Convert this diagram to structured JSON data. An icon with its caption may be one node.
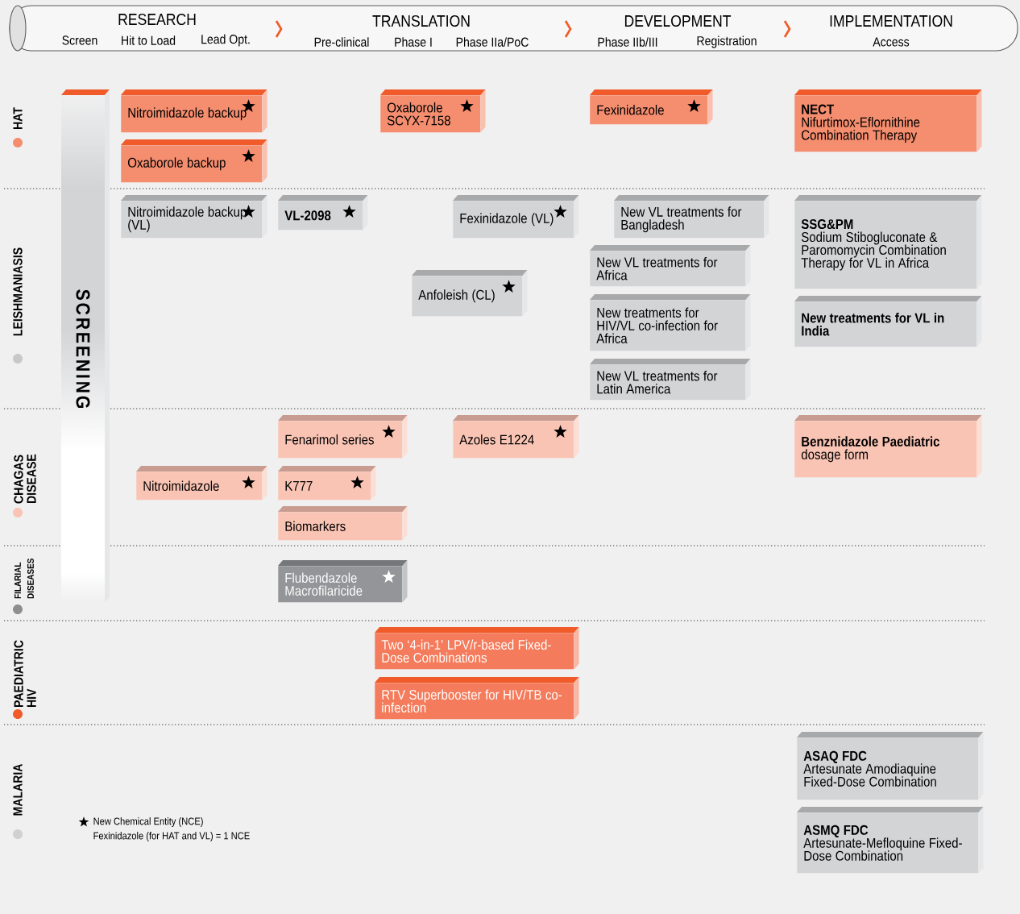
{
  "diagram": {
    "nodes": [
      {
        "text": [
          "SCREENING"
        ]
      },
      {
        "text": [
          "Nitroimidazole backup"
        ]
      },
      {
        "text": [
          "Oxaborole backup"
        ]
      },
      {
        "text": [
          "Oxaborole SCYX-7158"
        ]
      },
      {
        "text": [
          "Fexinidazole"
        ]
      },
      {
        "text": [
          "NECT",
          "Nifurtimox-Eflornithine Combination Therapy"
        ]
      },
      {
        "text": [
          "Nitroimidazole backup (VL)"
        ]
      },
      {
        "text": [
          "VL-2098"
        ]
      },
      {
        "text": [
          "Fexinidazole (VL)"
        ]
      },
      {
        "text": [
          "New VL treatments for Bangladesh"
        ]
      },
      {
        "text": [
          "Anfoleish (CL)"
        ]
      },
      {
        "text": [
          "New VL treatments for Africa"
        ]
      },
      {
        "text": [
          "New treatments for HIV/VL co-infection for Africa"
        ]
      },
      {
        "text": [
          "New VL treatments for Latin America"
        ]
      },
      {
        "text": [
          "SSG&PM",
          "Sodium Stibogluconate & Paromomycin Combination Therapy for VL in Africa"
        ]
      },
      {
        "text": [
          "New treatments for VL in India"
        ]
      },
      {
        "text": [
          "Fenarimol series"
        ]
      },
      {
        "text": [
          "Nitroimidazole"
        ]
      },
      {
        "text": [
          "K777"
        ]
      },
      {
        "text": [
          "Biomarkers"
        ]
      },
      {
        "text": [
          "Azoles E1224"
        ]
      },
      {
        "text": [
          "Benznidazole Paediatric",
          "dosage form"
        ]
      },
      {
        "text": [
          "Flubendazole Macrofilaricide"
        ]
      },
      {
        "text": [
          "Two ‘4-in-1’ LPV/r-based Fixed-Dose Combinations"
        ]
      },
      {
        "text": [
          "RTV Superbooster for HIV/TB co-infection"
        ]
      },
      {
        "text": [
          "ASAQ FDC",
          "Artesunate Amodiaquine Fixed-Dose Combination"
        ]
      },
      {
        "text": [
          "ASMQ FDC",
          "Artesunate-Mefloquine Fixed-Dose Combination"
        ]
      }
    ],
    "labels": [
      "RESEARCH",
      "Screen",
      "Hit to Load",
      "Lead Opt.",
      "TRANSLATION",
      "Pre-clinical",
      "Phase I",
      "Phase IIa/PoC",
      "DEVELOPMENT",
      "Phase IIb/III",
      "Registration",
      "IMPLEMENTATION",
      "Access",
      "HAT",
      "LEISHMANIASIS",
      "CHAGAS DISEASE",
      "FILARIAL DISEASES",
      "PAEDIATRIC HIV",
      "MALARIA",
      "Fexinidazole (for HAT and VL) = 1 NCE"
    ],
    "legend": [
      {
        "text": "New Chemical Entity (NCE)"
      }
    ]
  }
}
